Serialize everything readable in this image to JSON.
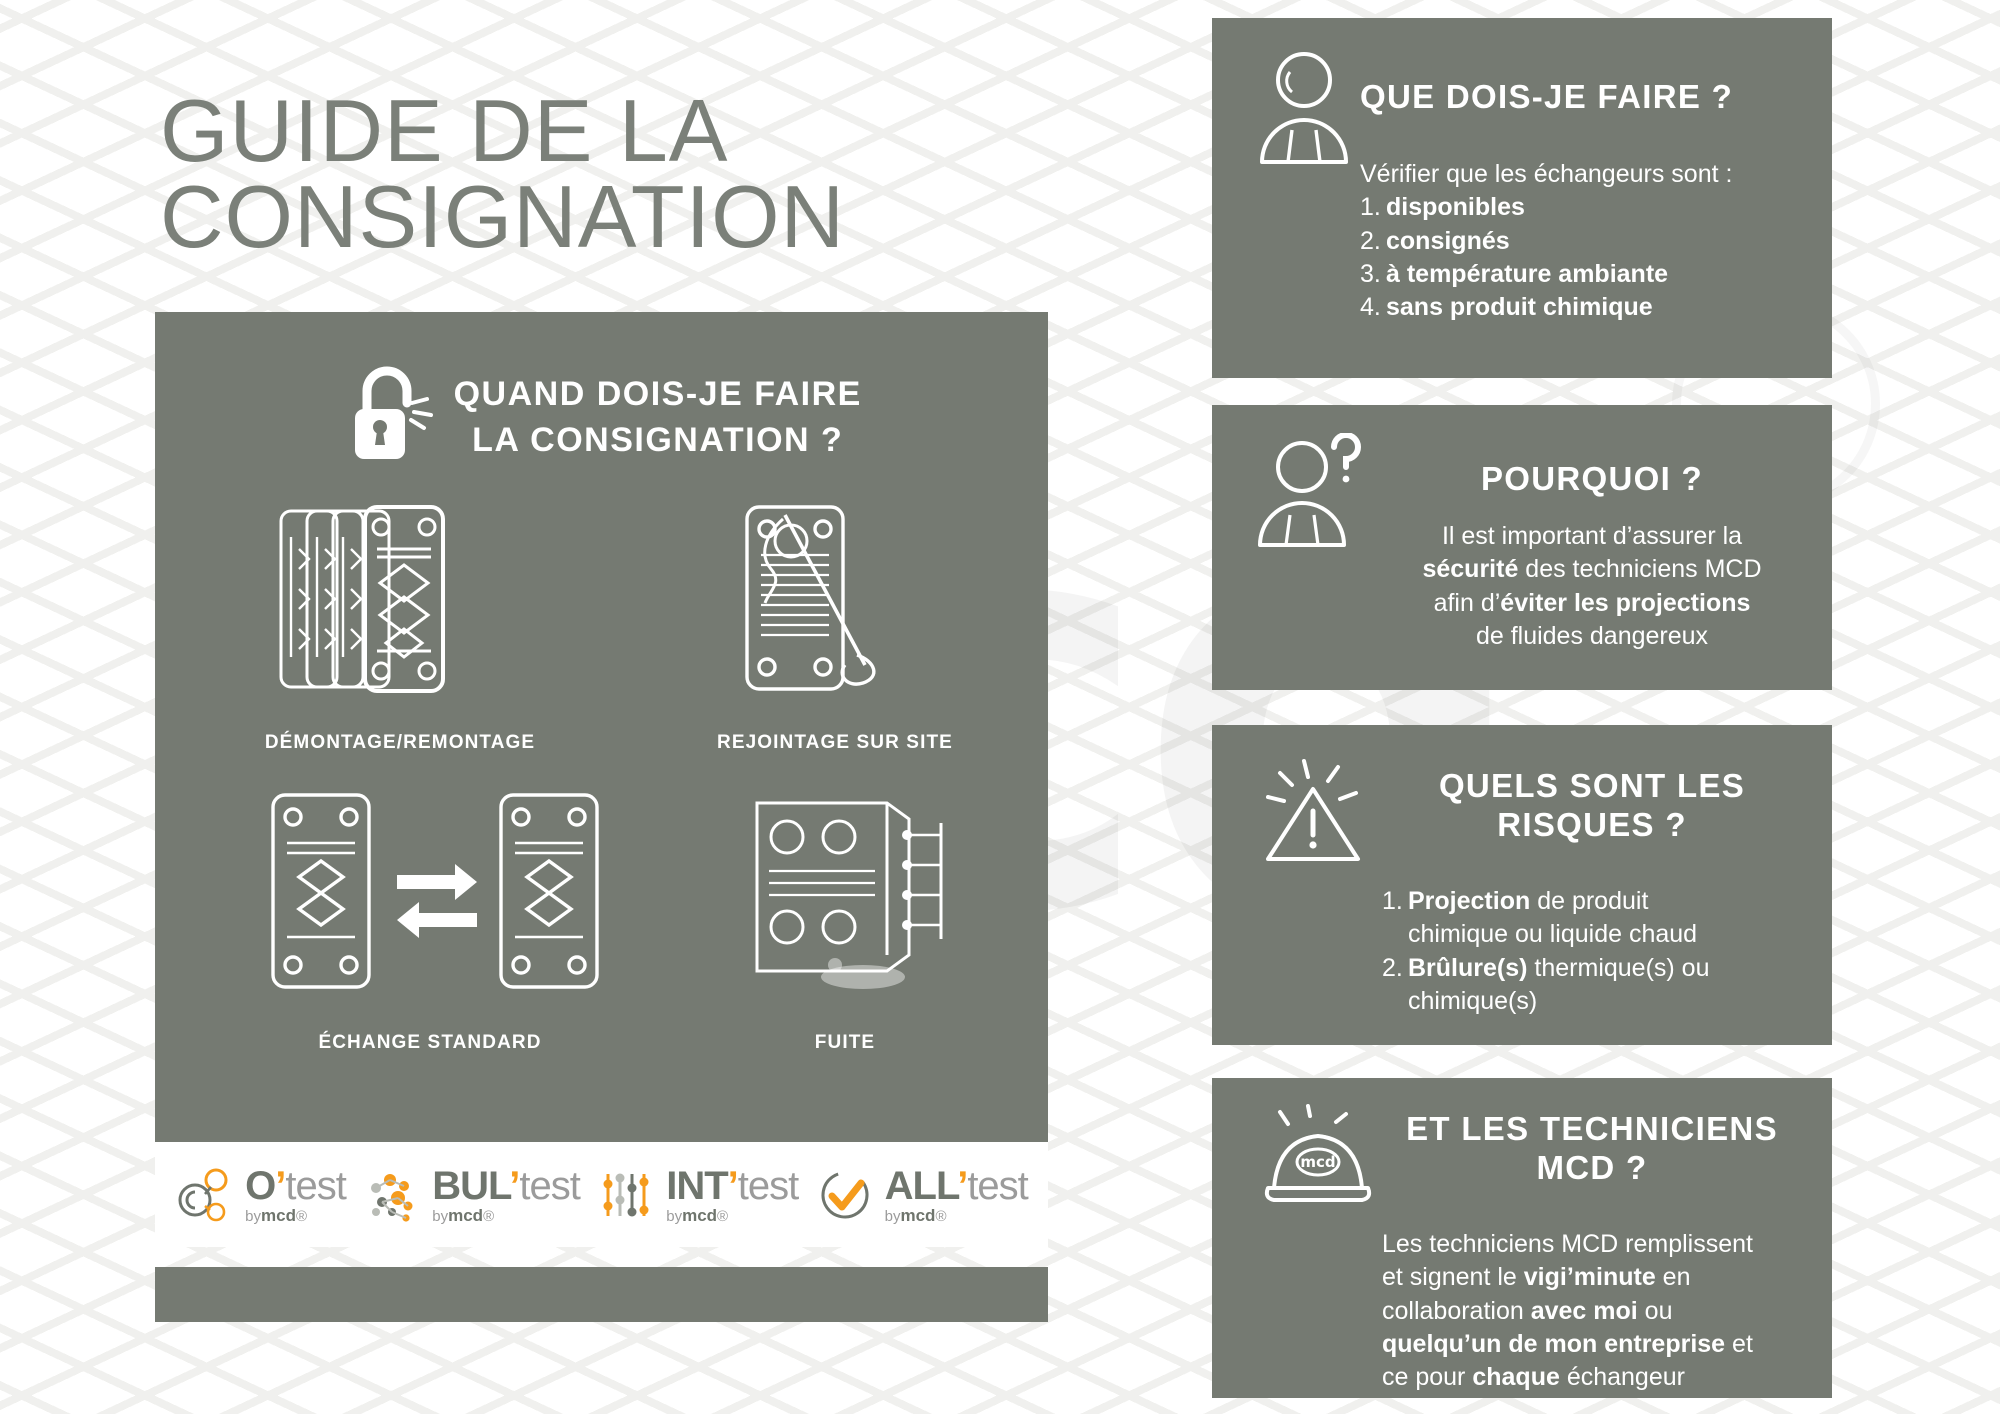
{
  "colors": {
    "panel_bg": "#757a72",
    "title_text": "#7b8079",
    "white": "#ffffff",
    "accent_orange": "#f59b1c",
    "logo_gray": "#9b9b9b"
  },
  "title": {
    "line1": "GUIDE DE LA",
    "line2": "CONSIGNATION"
  },
  "left_card": {
    "heading": {
      "icon": "open-padlock-icon",
      "line1": "QUAND DOIS-JE FAIRE",
      "line2": "LA CONSIGNATION ?"
    },
    "diagram_items": [
      {
        "icon": "plate-stack-icon",
        "caption": "DÉMONTAGE/REMONTAGE"
      },
      {
        "icon": "plate-gasket-icon",
        "caption": "REJOINTAGE SUR SITE"
      },
      {
        "icon": "plate-swap-icon",
        "caption": "ÉCHANGE STANDARD"
      },
      {
        "icon": "heat-exchanger-leak-icon",
        "caption": "FUITE"
      }
    ],
    "logos": [
      {
        "mark": "o-test-mark-icon",
        "name": "O",
        "apostrophe": "’",
        "suffix": "test",
        "by": "by",
        "brand": "mcd",
        "reg": "®"
      },
      {
        "mark": "bul-test-mark-icon",
        "name": "BUL",
        "apostrophe": "’",
        "suffix": "test",
        "by": "by",
        "brand": "mcd",
        "reg": "®"
      },
      {
        "mark": "int-test-mark-icon",
        "name": "INT",
        "apostrophe": "’",
        "suffix": "test",
        "by": "by",
        "brand": "mcd",
        "reg": "®"
      },
      {
        "mark": "all-test-mark-icon",
        "name": "ALL",
        "apostrophe": "’",
        "suffix": "test",
        "by": "by",
        "brand": "mcd",
        "reg": "®"
      }
    ]
  },
  "panels": {
    "what": {
      "icon": "person-icon",
      "title": "QUE DOIS-JE FAIRE ?",
      "intro": "Vérifier que les échangeurs sont :",
      "items": [
        {
          "num": "1.",
          "text": "disponibles"
        },
        {
          "num": "2.",
          "text": "consignés"
        },
        {
          "num": "3.",
          "text": "à température ambiante"
        },
        {
          "num": "4.",
          "text": "sans produit chimique"
        }
      ]
    },
    "why": {
      "icon": "person-question-icon",
      "title": "POURQUOI ?",
      "line1_a": "Il est important d’assurer la",
      "line2_b": "sécurité",
      "line2_a": " des techniciens MCD",
      "line3_a": "afin d’",
      "line3_b": "éviter les projections",
      "line4_a": "de fluides dangereux"
    },
    "risk": {
      "icon": "warning-triangle-icon",
      "title_line1": "QUELS SONT LES",
      "title_line2": "RISQUES ?",
      "items": [
        {
          "num": "1.",
          "bold": "Projection",
          "rest": " de produit",
          "cont": "chimique ou liquide chaud"
        },
        {
          "num": "2.",
          "bold": "Brûlure(s)",
          "rest": " thermique(s) ou",
          "cont": "chimique(s)"
        }
      ]
    },
    "tech": {
      "icon": "mcd-helmet-icon",
      "title_line1": "ET LES TECHNICIENS",
      "title_line2": "MCD ?",
      "line1": "Les techniciens MCD remplissent",
      "line2_a": "et signent le ",
      "line2_b": "vigi’minute",
      "line2_c": " en",
      "line3_a": "collaboration ",
      "line3_b": "avec moi",
      "line3_c": " ou",
      "line4_b": "quelqu’un de mon entreprise",
      "line4_c": " et",
      "line5_a": "ce pour ",
      "line5_b": "chaque",
      "line5_c": " échangeur"
    }
  }
}
